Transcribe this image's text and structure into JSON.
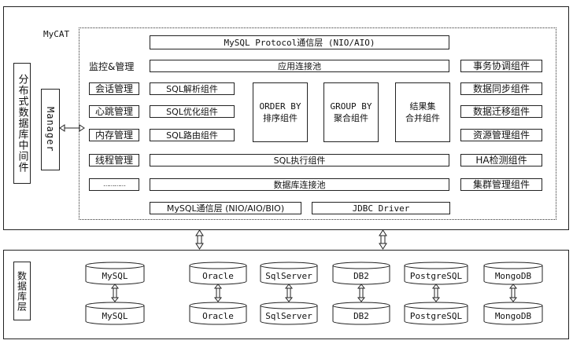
{
  "middleware": {
    "side_label": "分布式数据库中间件",
    "mycat_label": "MyCAT",
    "manager_label": "Manager",
    "mysql_protocol": "MySQL Protocol通信层 (NIO/AIO)",
    "monitor_title": "监控&管理",
    "app_pool": "应用连接池",
    "left_modules": [
      "会话管理",
      "心跳管理",
      "内存管理",
      "线程管理",
      "…………"
    ],
    "sql_parse": "SQL解析组件",
    "sql_optimize": "SQL优化组件",
    "sql_route": "SQL路由组件",
    "order_by_line1": "ORDER BY",
    "order_by_line2": "排序组件",
    "group_by_line1": "GROUP BY",
    "group_by_line2": "聚合组件",
    "merge_line1": "结果集",
    "merge_line2": "合并组件",
    "sql_exec": "SQL执行组件",
    "db_pool": "数据库连接池",
    "right_modules": [
      "事务协调组件",
      "数据同步组件",
      "数据迁移组件",
      "资源管理组件",
      "HA检测组件",
      "集群管理组件"
    ],
    "mysql_comm": "MySQL通信层 (NIO/AIO/BIO)",
    "jdbc_driver": "JDBC Driver"
  },
  "database_layer": {
    "side_label": "数据库层",
    "groups": [
      {
        "top": "MySQL",
        "bottom": "MySQL"
      },
      {
        "top": "Oracle",
        "bottom": "Oracle"
      },
      {
        "top": "SqlServer",
        "bottom": "SqlServer"
      },
      {
        "top": "DB2",
        "bottom": "DB2"
      },
      {
        "top": "PostgreSQL",
        "bottom": "PostgreSQL"
      },
      {
        "top": "MongoDB",
        "bottom": "MongoDB"
      }
    ]
  }
}
